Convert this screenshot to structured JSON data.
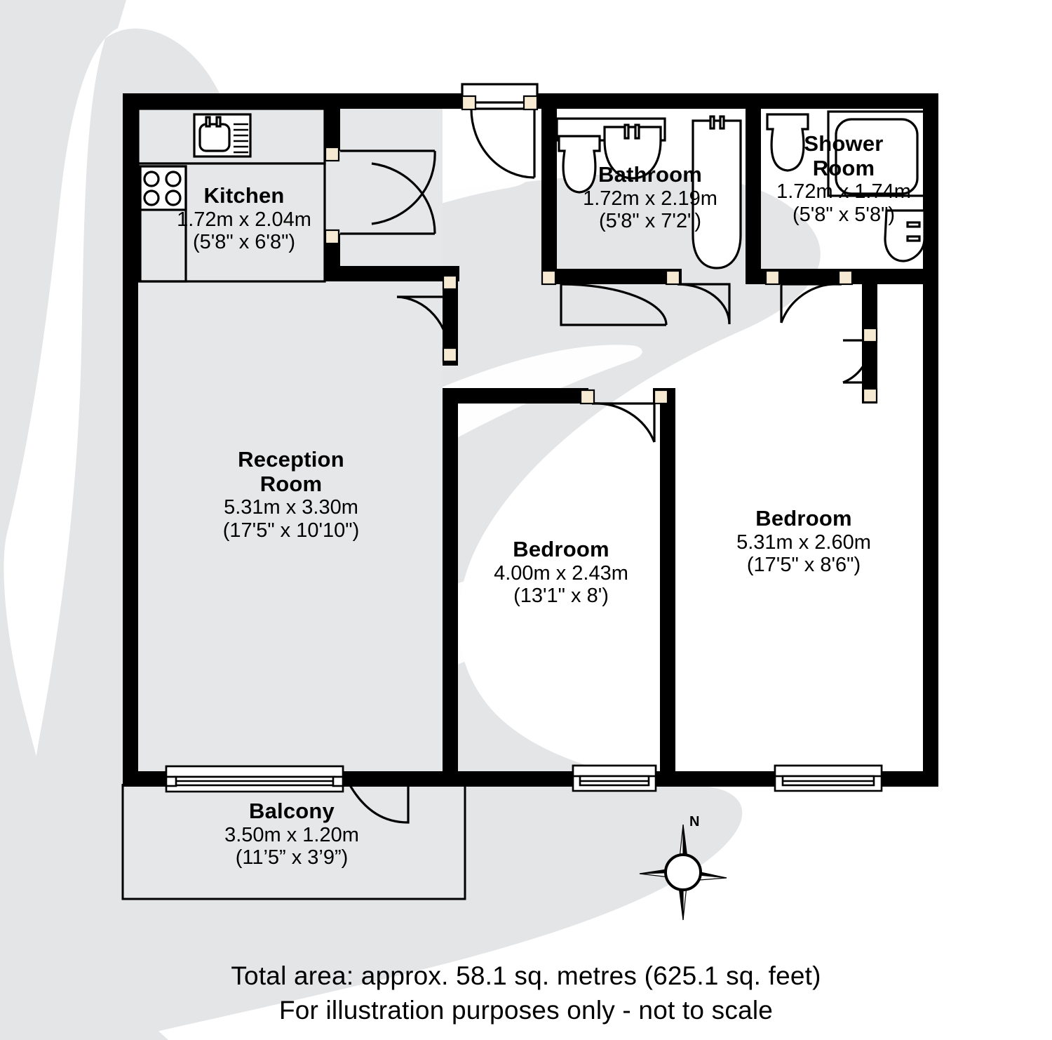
{
  "document": {
    "type": "floor-plan",
    "colors": {
      "wall": "#000000",
      "background": "#ffffff",
      "room_fill": "#e6e7e8",
      "watermark": "#e4e5e7",
      "door_jamb": "#f6ead3",
      "fixture_line": "#000000"
    }
  },
  "rooms": [
    {
      "id": "kitchen",
      "name": "Kitchen",
      "dim_metric": "1.72m x 2.04m",
      "dim_imperial": "(5'8\" x 6'8\")",
      "fixtures": [
        "sink",
        "hob"
      ]
    },
    {
      "id": "bathroom",
      "name": "Bathroom",
      "dim_metric": "1.72m x 2.19m",
      "dim_imperial": "(5'8\" x 7'2\")",
      "fixtures": [
        "toilet",
        "basin",
        "bath"
      ]
    },
    {
      "id": "shower-room",
      "name": "Shower\nRoom",
      "name_line1": "Shower",
      "name_line2": "Room",
      "dim_metric": "1.72m x 1.74m",
      "dim_imperial": "(5'8\" x 5'8\")",
      "fixtures": [
        "toilet",
        "shower",
        "basin"
      ]
    },
    {
      "id": "reception-room",
      "name_line1": "Reception",
      "name_line2": "Room",
      "dim_metric": "5.31m x 3.30m",
      "dim_imperial": "(17'5\" x 10'10\")",
      "fixtures": []
    },
    {
      "id": "bedroom-middle",
      "name": "Bedroom",
      "dim_metric": "4.00m x 2.43m",
      "dim_imperial": "(13'1\" x 8')",
      "fixtures": []
    },
    {
      "id": "bedroom-right",
      "name": "Bedroom",
      "dim_metric": "5.31m x 2.60m",
      "dim_imperial": "(17'5\" x 8'6\")",
      "fixtures": []
    },
    {
      "id": "balcony",
      "name": "Balcony",
      "dim_metric": "3.50m x 1.20m",
      "dim_imperial": "(11’5” x 3’9”)",
      "fixtures": []
    }
  ],
  "compass": {
    "label": "N"
  },
  "footer": {
    "line1": "Total area: approx.  58.1 sq. metres (625.1 sq. feet)",
    "line2": "For illustration purposes only - not to scale"
  }
}
